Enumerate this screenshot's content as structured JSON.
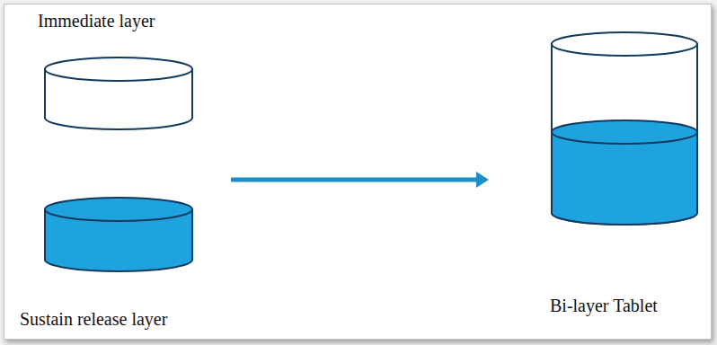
{
  "diagram": {
    "nodes": [
      {
        "text": [
          "Immediate layer"
        ]
      },
      {
        "text": [
          "Sustain release layer"
        ]
      },
      {
        "text": [
          "Bi-layer Tablet"
        ]
      }
    ]
  }
}
